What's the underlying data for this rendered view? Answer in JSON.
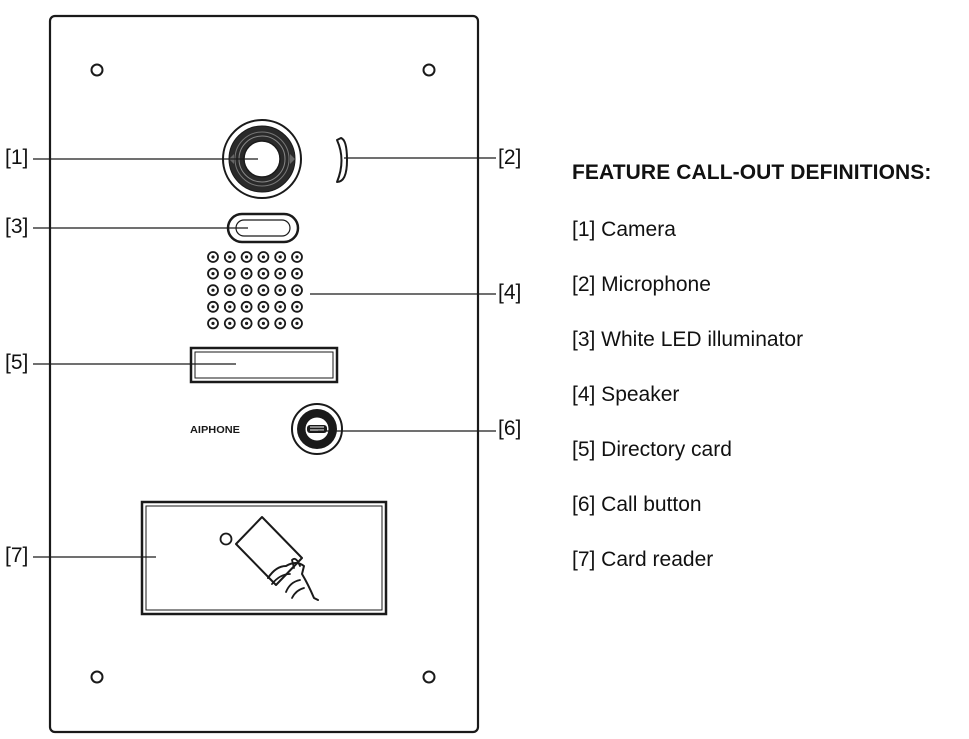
{
  "device": {
    "brand_mark": "AIPHONE"
  },
  "callouts": [
    {
      "id": "1",
      "label": "[1]"
    },
    {
      "id": "2",
      "label": "[2]"
    },
    {
      "id": "3",
      "label": "[3]"
    },
    {
      "id": "4",
      "label": "[4]"
    },
    {
      "id": "5",
      "label": "[5]"
    },
    {
      "id": "6",
      "label": "[6]"
    },
    {
      "id": "7",
      "label": "[7]"
    }
  ],
  "legend": {
    "title": "FEATURE CALL-OUT DEFINITIONS:",
    "items": [
      "[1] Camera",
      "[2] Microphone",
      "[3] White LED illuminator",
      "[4] Speaker",
      "[5] Directory card",
      "[6] Call button",
      "[7] Card reader"
    ]
  }
}
